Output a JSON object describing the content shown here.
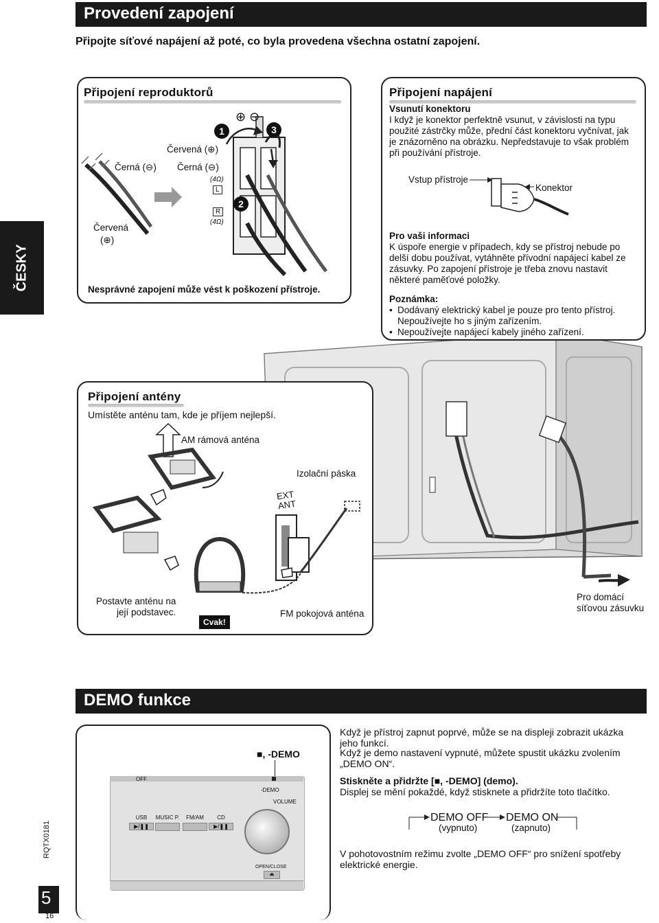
{
  "header": {
    "title": "Provedení zapojení",
    "subtitle": "Připojte síťové napájení až poté, co byla provedena všechna ostatní zapojení."
  },
  "side_tab": "ČESKY",
  "speakers": {
    "heading": "Připojení reproduktorů",
    "labels": {
      "red_plus_top": "Červená (⊕)",
      "black_minus_left": "Černá (⊖)",
      "black_minus_right": "Černá (⊖)",
      "red_plus_bottom_1": "Červená",
      "red_plus_bottom_2": "(⊕)",
      "ohm_top": "(4Ω)",
      "ohm_bottom": "(4Ω)",
      "L": "L",
      "R": "R",
      "plus_minus": "⊕ ⊖",
      "step1": "1",
      "step2": "2",
      "step3": "3"
    },
    "warning": "Nesprávné zapojení může vést k poškození přístroje."
  },
  "power": {
    "heading": "Připojení napájení",
    "insert_title": "Vsunutí konektoru",
    "insert_text": "I když je konektor perfektně vsunut, v závislosti na typu použité zástrčky může, přední část konektoru vyčnívat, jak je znázorněno na obrázku. Nepředstavuje to však problém při používání přístroje.",
    "inlet_label": "Vstup přístroje",
    "connector_label": "Konektor",
    "info_title": "Pro vaši informaci",
    "info_text": "K úspoře energie v případech, kdy se přístroj nebude po delší dobu používat, vytáhněte přívodní napájecí kabel ze zásuvky. Po zapojení přístroje je třeba znovu nastavit některé paměťové položky.",
    "notes_title": "Poznámka:",
    "notes": [
      "Dodávaný elektrický kabel je pouze pro tento přístroj. Nepoužívejte ho s jiným zařízením.",
      "Nepoužívejte napájecí kabely jiného zařízení."
    ]
  },
  "antenna": {
    "heading": "Připojení antény",
    "intro": "Umístěte anténu tam, kde je příjem nejlepší.",
    "am_label": "AM rámová anténa",
    "tape_label": "Izolační páska",
    "ext_ant": "EXT ANT",
    "stand_label_1": "Postavte anténu na",
    "stand_label_2": "její podstavec.",
    "click_label": "Cvak!",
    "fm_label": "FM pokojová anténa",
    "outlet_label_1": "Pro domácí",
    "outlet_label_2": "síťovou zásuvku"
  },
  "demo": {
    "title": "DEMO funkce",
    "button_label": "■, -DEMO",
    "intro_1": "Když je přístroj zapnut poprvé, může se na displeji zobrazit ukázka jeho funkcí.",
    "intro_2": "Když je demo nastavení vypnuté, můžete spustit ukázku zvolením „DEMO ON“.",
    "instruction_bold": "Stiskněte a přidržte [■, -DEMO] (demo).",
    "instruction_text": "Displej se mění pokaždé, když stisknete a přidržíte toto tlačítko.",
    "state_off": "DEMO OFF",
    "state_off_note": "(vypnuto)",
    "state_on": "DEMO ON",
    "state_on_note": "(zapnuto)",
    "standby_text": "V pohotovostním režimu zvolte „DEMO OFF“ pro snížení spotřeby elektrické energie.",
    "device_labels": {
      "usb": "USB",
      "music_p": "MUSIC P.",
      "fm_am": "FM/AM",
      "cd": "CD",
      "demo": "-DEMO",
      "volume": "VOLUME",
      "open_close": "OPEN/CLOSE",
      "off": "OFF"
    }
  },
  "footer": {
    "doc_code": "RQTX0181",
    "page_big": "5",
    "page_small": "16"
  }
}
